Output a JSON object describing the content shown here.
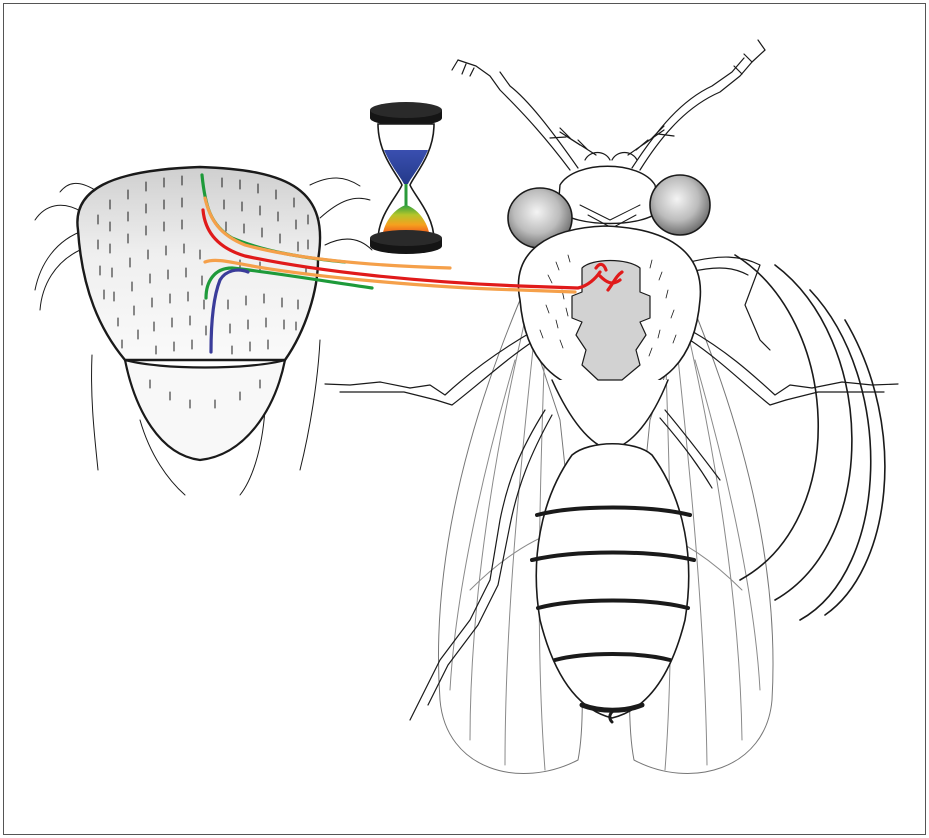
{
  "figure": {
    "background": "#ffffff",
    "frame_color": "#555555",
    "text_labels": []
  },
  "colors": {
    "outline": "#1a1a1a",
    "thorax_fill": "#f0f0f0",
    "eye_dark": "#6e6e6e",
    "eye_light": "#eeeeee",
    "wing_vein": "#8a8a8a",
    "green": "#1e9a3a",
    "orange": "#f5a04a",
    "red": "#e01a1a",
    "blue": "#3a3c9a",
    "hourglass_cap": "#151515",
    "sand_top": "#2d3f9c",
    "sand_stream": "#2a9a3a"
  },
  "icons": {
    "hourglass": "hourglass-icon",
    "fly": "fruit-fly-illustration",
    "notum": "notum-closeup"
  },
  "tracks": [
    {
      "name": "track-green-1",
      "color_key": "green"
    },
    {
      "name": "track-orange-1",
      "color_key": "orange"
    },
    {
      "name": "track-red",
      "color_key": "red"
    },
    {
      "name": "track-orange-2",
      "color_key": "orange"
    },
    {
      "name": "track-green-2",
      "color_key": "green"
    },
    {
      "name": "track-blue",
      "color_key": "blue"
    }
  ]
}
